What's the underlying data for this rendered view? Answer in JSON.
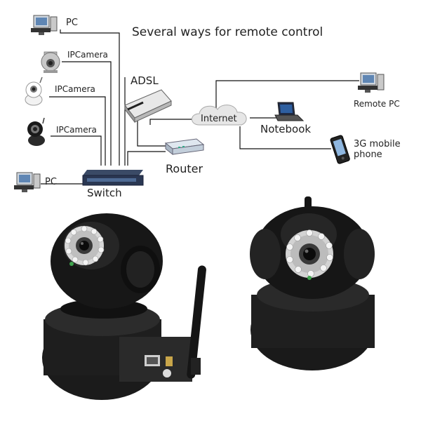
{
  "diagram": {
    "title": "Several ways for remote control",
    "labels": {
      "pc_top": "PC",
      "ipcam1": "IPCamera",
      "ipcam2": "IPCamera",
      "ipcam3": "IPCamera",
      "pc_bottom": "PC",
      "switch": "Switch",
      "adsl": "ADSL",
      "router": "Router",
      "internet": "Internet",
      "notebook": "Notebook",
      "remote_pc": "Remote PC",
      "mobile_line1": "3G mobile",
      "mobile_line2": "phone"
    }
  },
  "camera_ports": {
    "port_label_left": "",
    "port_label_right": ""
  }
}
